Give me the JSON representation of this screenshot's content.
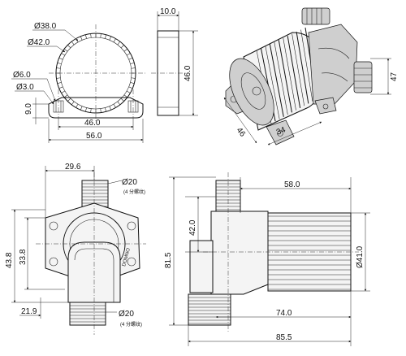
{
  "front_view": {
    "d_outer": "Ø38.0",
    "d_ring": "Ø42.0",
    "d_hole": "Ø6.0",
    "d_small": "Ø3.0",
    "h_9": "9.0",
    "w_46": "46.0",
    "w_56": "56.0"
  },
  "side_view": {
    "t_10": "10.0",
    "h_46": "46.0"
  },
  "iso_view": {
    "d_46": "46",
    "d_34": "34",
    "d_47": "47"
  },
  "bottom_left_view": {
    "w_296": "29.6",
    "d_20_top": "Ø20",
    "note_top": "(4 分螺纹)",
    "h_438": "43.8",
    "h_338": "33.8",
    "h_219": "21.9",
    "d_20_bottom": "Ø20",
    "note_bottom": "(4 分螺纹)",
    "brand": "DOMNO"
  },
  "bottom_right_view": {
    "w_58": "58.0",
    "h_42": "42.0",
    "h_815": "81.5",
    "d_41": "Ø41.0",
    "w_74": "74.0",
    "w_855": "85.5"
  }
}
